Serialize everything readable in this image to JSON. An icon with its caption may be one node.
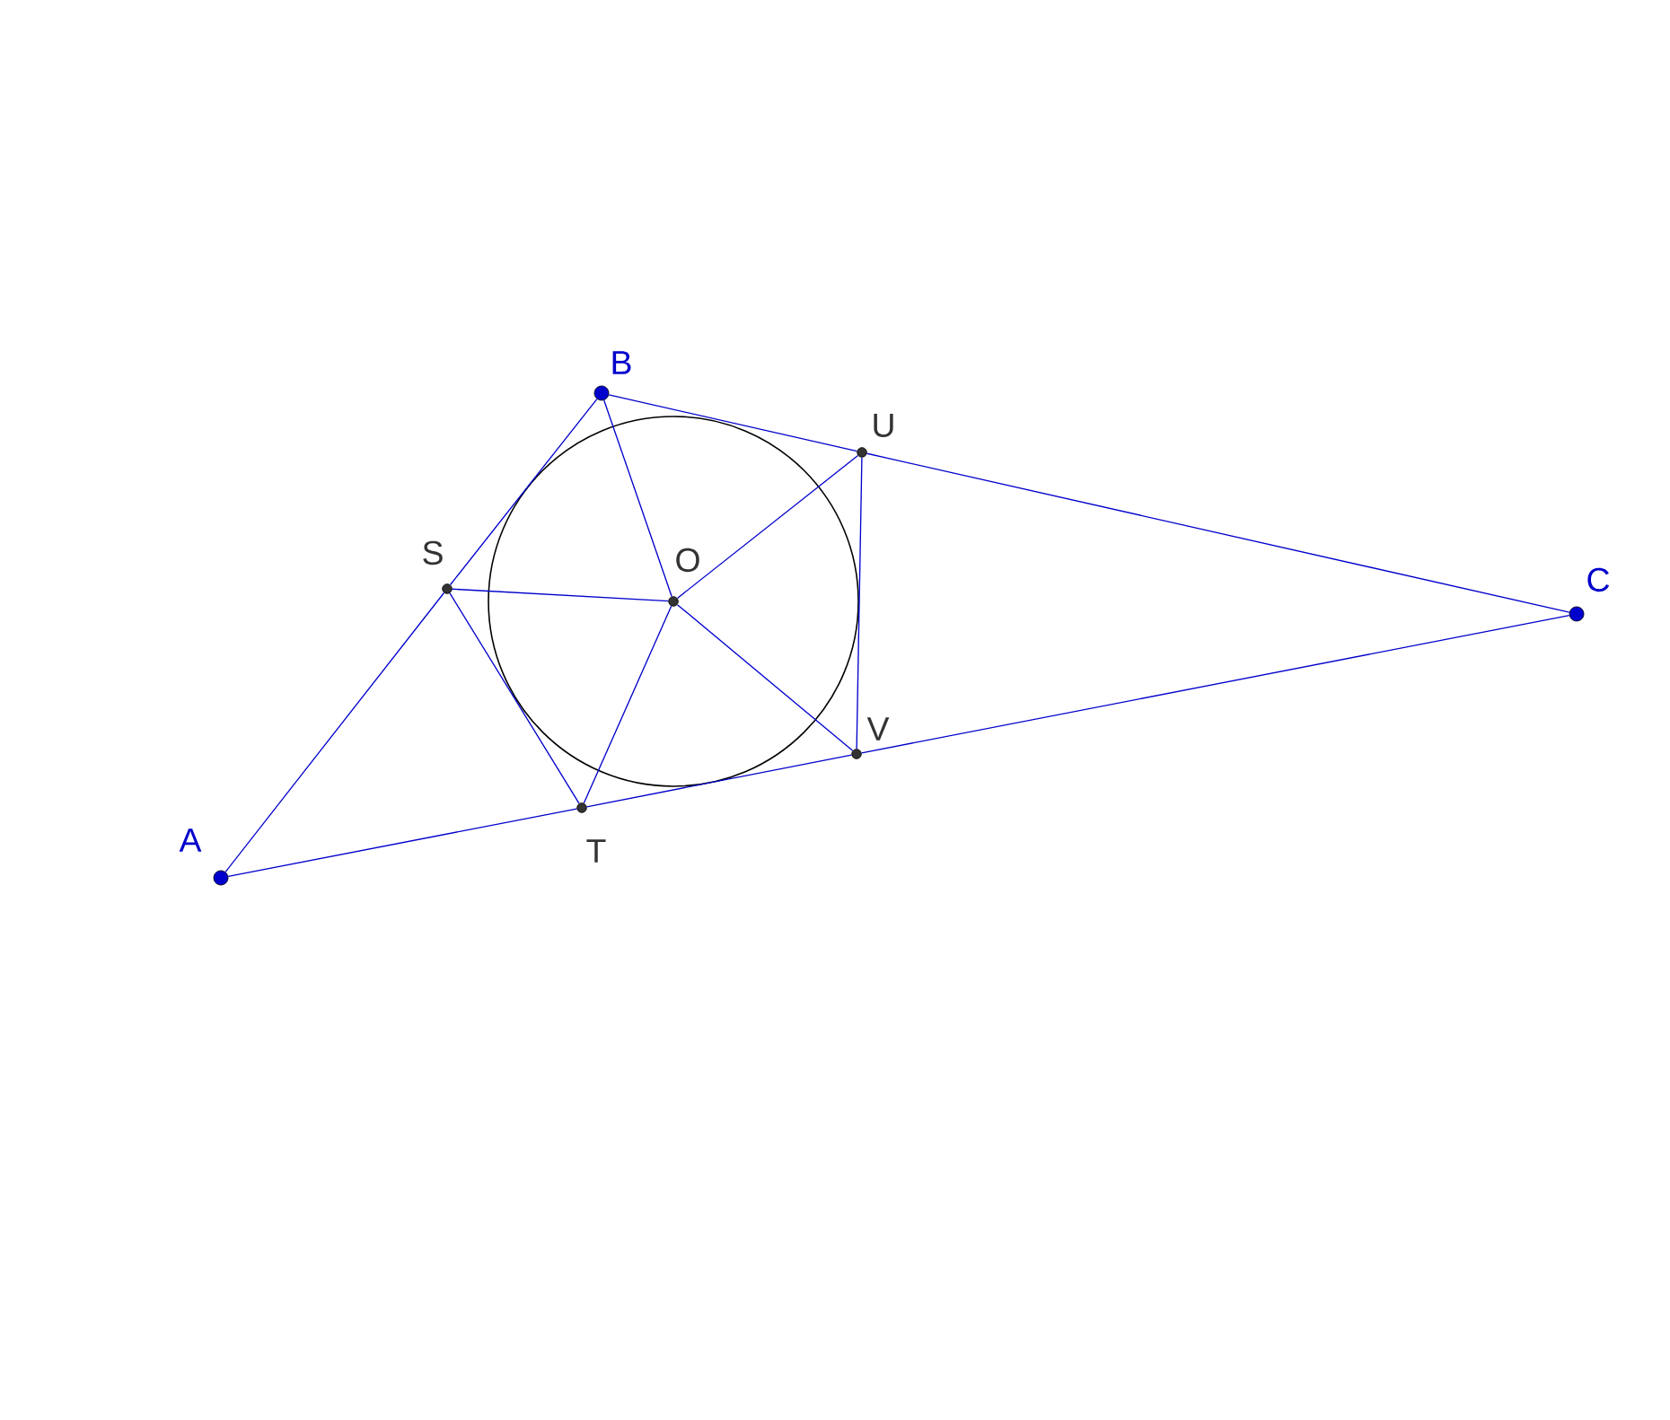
{
  "diagram": {
    "nodes": [
      {
        "text": [
          "A"
        ]
      },
      {
        "text": [
          "B"
        ]
      },
      {
        "text": [
          "C"
        ]
      },
      {
        "text": [
          "S"
        ]
      },
      {
        "text": [
          "T"
        ]
      },
      {
        "text": [
          "U"
        ]
      },
      {
        "text": [
          "V"
        ]
      },
      {
        "text": [
          "O"
        ]
      }
    ],
    "edges": [
      {
        "from": 0,
        "to": 3,
        "arrow": "none"
      },
      {
        "from": 3,
        "to": 1,
        "arrow": "none"
      },
      {
        "from": 1,
        "to": 5,
        "arrow": "none"
      },
      {
        "from": 5,
        "to": 2,
        "arrow": "none"
      },
      {
        "from": 0,
        "to": 4,
        "arrow": "none"
      },
      {
        "from": 4,
        "to": 6,
        "arrow": "none"
      },
      {
        "from": 6,
        "to": 2,
        "arrow": "none"
      },
      {
        "from": 3,
        "to": 4,
        "arrow": "none"
      },
      {
        "from": 5,
        "to": 6,
        "arrow": "none"
      },
      {
        "from": 1,
        "to": 7,
        "arrow": "none"
      },
      {
        "from": 3,
        "to": 7,
        "arrow": "none"
      },
      {
        "from": 4,
        "to": 7,
        "arrow": "none"
      },
      {
        "from": 5,
        "to": 7,
        "arrow": "none"
      },
      {
        "from": 6,
        "to": 7,
        "arrow": "none"
      }
    ]
  }
}
